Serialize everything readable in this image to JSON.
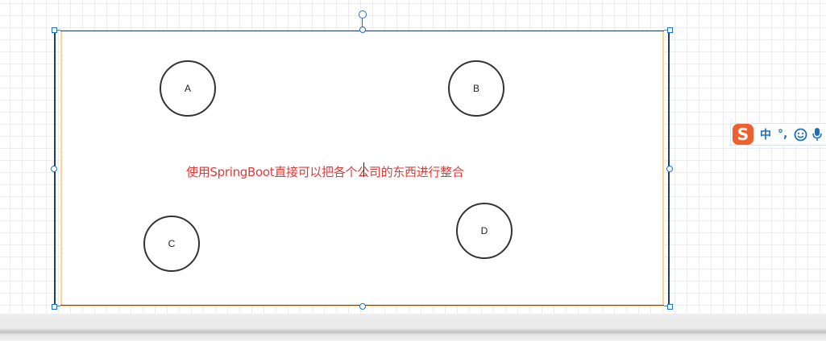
{
  "diagram": {
    "nodes": [
      {
        "label": "A"
      },
      {
        "label": "B"
      },
      {
        "label": "C"
      },
      {
        "label": "D"
      }
    ],
    "text_label": "使用SpringBoot直接可以把各个公司的东西进行整合"
  },
  "ime_toolbar": {
    "logo": "S",
    "mode": "中",
    "punct": "°,",
    "icons": [
      "smiley-icon",
      "microphone-icon"
    ]
  },
  "colors": {
    "text_accent": "#e53935",
    "container_border": "#ffd591",
    "selection": "#1f6fbf",
    "ime_logo": "#f0602c"
  }
}
